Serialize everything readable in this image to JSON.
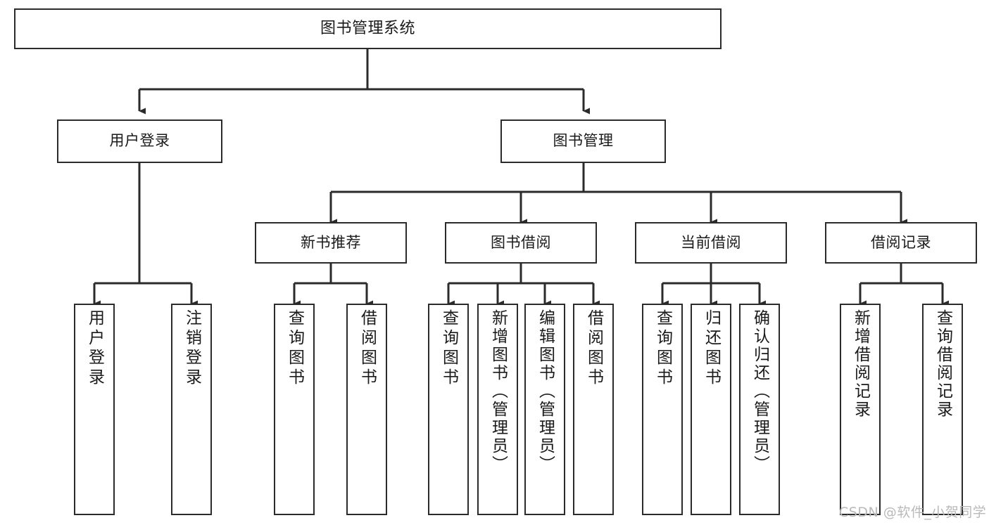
{
  "diagram": {
    "title": "图书管理系统",
    "type": "tree-hierarchy",
    "watermark": "CSDN @软件_小贺同学",
    "colors": {
      "border": "#2b2b2b",
      "background": "#ffffff",
      "text": "#1a1a1a",
      "watermark": "#b9b9b9"
    },
    "levels": {
      "root": "图书管理系统",
      "level2": [
        "用户登录",
        "图书管理"
      ],
      "level3": [
        "新书推荐",
        "图书借阅",
        "当前借阅",
        "借阅记录"
      ]
    },
    "nodes": {
      "root": {
        "label": "图书管理系统"
      },
      "user_login": {
        "label": "用户登录"
      },
      "book_manage": {
        "label": "图书管理"
      },
      "new_book_rec": {
        "label": "新书推荐"
      },
      "book_borrow": {
        "label": "图书借阅"
      },
      "current_borrow": {
        "label": "当前借阅"
      },
      "borrow_record": {
        "label": "借阅记录"
      },
      "leaf_user_login": {
        "label": "用户登录"
      },
      "leaf_user_logout": {
        "label": "注销登录"
      },
      "leaf_rec_query": {
        "label": "查询图书"
      },
      "leaf_rec_borrow": {
        "label": "借阅图书"
      },
      "leaf_borrow_query": {
        "label": "查询图书"
      },
      "leaf_borrow_add": {
        "label": "新增图书（管理员）"
      },
      "leaf_borrow_edit": {
        "label": "编辑图书（管理员）"
      },
      "leaf_borrow_lend": {
        "label": "借阅图书"
      },
      "leaf_cur_query": {
        "label": "查询图书"
      },
      "leaf_cur_return": {
        "label": "归还图书"
      },
      "leaf_cur_confirm": {
        "label": "确认归还（管理员）"
      },
      "leaf_rec_add": {
        "label": "新增借阅记录"
      },
      "leaf_rec_search": {
        "label": "查询借阅记录"
      }
    },
    "tree": {
      "name": "图书管理系统",
      "children": [
        {
          "name": "用户登录",
          "children": [
            {
              "name": "用户登录"
            },
            {
              "name": "注销登录"
            }
          ]
        },
        {
          "name": "图书管理",
          "children": [
            {
              "name": "新书推荐",
              "children": [
                {
                  "name": "查询图书"
                },
                {
                  "name": "借阅图书"
                }
              ]
            },
            {
              "name": "图书借阅",
              "children": [
                {
                  "name": "查询图书"
                },
                {
                  "name": "新增图书（管理员）"
                },
                {
                  "name": "编辑图书（管理员）"
                },
                {
                  "name": "借阅图书"
                }
              ]
            },
            {
              "name": "当前借阅",
              "children": [
                {
                  "name": "查询图书"
                },
                {
                  "name": "归还图书"
                },
                {
                  "name": "确认归还（管理员）"
                }
              ]
            },
            {
              "name": "借阅记录",
              "children": [
                {
                  "name": "新增借阅记录"
                },
                {
                  "name": "查询借阅记录"
                }
              ]
            }
          ]
        }
      ]
    }
  }
}
